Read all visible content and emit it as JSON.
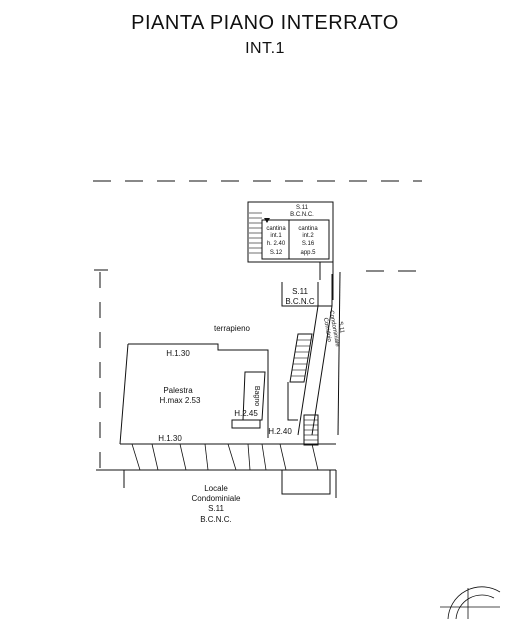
{
  "title": "PIANTA PIANO INTERRATO",
  "subtitle": "INT.1",
  "labels": {
    "top_s11": "S.11",
    "top_bcnc": "B.C.N.C.",
    "cantina1_a": "cantina",
    "cantina1_b": "int.1",
    "cantina1_c": "h. 2.40",
    "cantina1_d": "S.12",
    "cantina2_a": "cantina",
    "cantina2_b": "int.2",
    "cantina2_c": "S.16",
    "cantina2_d": "app.5",
    "mid_s11": "S.11",
    "mid_bcnc": "B.C.N.C",
    "terrapieno": "terrapieno",
    "corridoio_a": "Corridoio",
    "corridoio_b": "Condominiale",
    "corridoio_c": "S.11",
    "h130_top": "H.1.30",
    "palestra": "Palestra",
    "hmax": "H.max 2.53",
    "bagno": "Bagno",
    "h245": "H.2.45",
    "h240": "H.2.40",
    "h130_bottom": "H.1.30",
    "locale": "Locale",
    "condominiale": "Condominiale",
    "bottom_s11": "S.11",
    "bottom_bcnc": "B.C.N.C."
  }
}
